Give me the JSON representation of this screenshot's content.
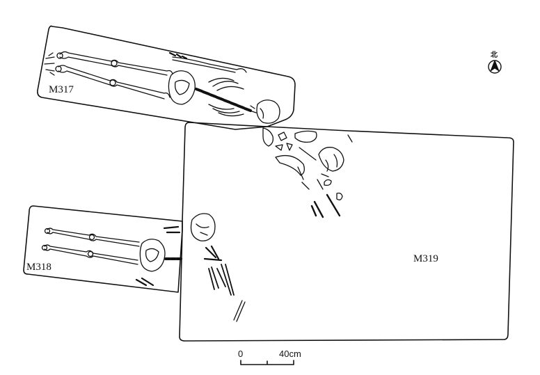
{
  "north_label": "北",
  "graves": [
    {
      "id": "M317",
      "label": "M317"
    },
    {
      "id": "M318",
      "label": "M318"
    },
    {
      "id": "M319",
      "label": "M319"
    }
  ],
  "scale_bar": {
    "start_label": "0",
    "end_label": "40cm"
  },
  "colors": {
    "line": "#111111",
    "background": "#ffffff"
  }
}
